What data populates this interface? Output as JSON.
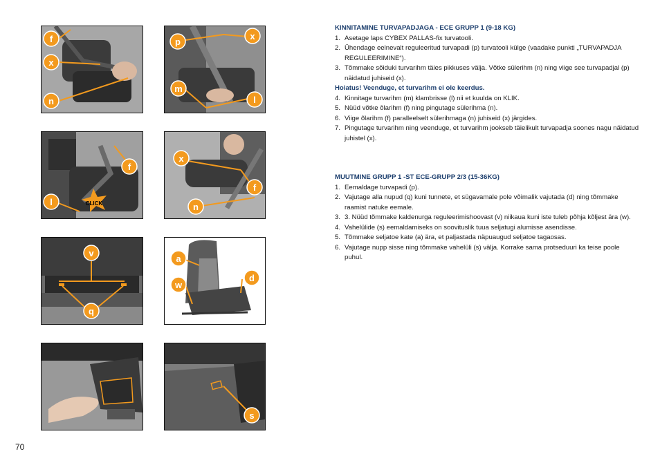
{
  "page_number": "70",
  "section1": {
    "heading": "KINNITAMINE TURVAPADJAGA - ECE GRUPP 1 (9-18 KG)",
    "items_a": [
      {
        "num": "1.",
        "text": "Asetage laps CYBEX PALLAS-fix turvatooli."
      },
      {
        "num": "2.",
        "text": "Ühendage eelnevalt reguleeritud turvapadi (p) turvatooli külge (vaadake punkti „TURVAPADJA REGULEERIMINE“)."
      },
      {
        "num": "3.",
        "text": "Tõmmake sõiduki turvarihm täies pikkuses välja. Võtke sülerihm (n) ning viige see turvapadjal (p) näidatud juhiseid (x)."
      }
    ],
    "warning": "Hoiatus! Veenduge, et turvarihm ei ole keerdus.",
    "items_b": [
      {
        "num": "4.",
        "text": "Kinnitage turvarihm (m) klambrisse (l) nii et kuulda on KLIK."
      },
      {
        "num": "5.",
        "text": "Nüüd võtke õlarihm (f) ning pingutage sülerihma (n)."
      },
      {
        "num": "6.",
        "text": "Viige õlarihm (f) paralleelselt sülerihmaga (n) juhiseid (x) järgides."
      },
      {
        "num": "7.",
        "text": "Pingutage turvarihm ning veenduge, et turvarihm jookseb täielikult turvapadja soones nagu näidatud juhistel (x)."
      }
    ]
  },
  "section2": {
    "heading": "MUUTMINE GRUPP 1 -ST ECE-GRUPP 2/3 (15-36KG)",
    "items": [
      {
        "num": "1.",
        "text": "Eemaldage turvapadi (p)."
      },
      {
        "num": "2.",
        "text": "Vajutage alla nupud (q) kuni tunnete, et sügavamale pole võimalik vajutada (d) ning tõmmake raamist natuke eemale."
      },
      {
        "num": "3.",
        "text": "3. Nüüd tõmmake kaldenurga reguleerimishoovast (v) niikaua kuni iste tuleb põhja kõljest ära (w)."
      },
      {
        "num": "4.",
        "text": "Vahelülide (s) eemaldamiseks on soovituslik tuua seljatugi alumisse asendisse."
      },
      {
        "num": "5.",
        "text": "Tõmmake seljatoe kate (a) ära, et paljastada näpuaugud seljatoe tagaosas."
      },
      {
        "num": "6.",
        "text": "Vajutage nupp sisse ning tõmmake vahelüli (s) välja. Korrake sama protseduuri ka teise poole puhul."
      }
    ]
  },
  "figures": {
    "fig1": {
      "labels": [
        "f",
        "x",
        "n"
      ]
    },
    "fig2": {
      "labels": [
        "p",
        "x",
        "m",
        "l"
      ]
    },
    "fig3": {
      "labels": [
        "f",
        "l"
      ],
      "click_text": "CLICK"
    },
    "fig4": {
      "labels": [
        "x",
        "f",
        "n"
      ]
    },
    "fig5": {
      "labels": [
        "v",
        "q"
      ]
    },
    "fig6": {
      "labels": [
        "a",
        "w",
        "d"
      ]
    },
    "fig7": {
      "labels": []
    },
    "fig8": {
      "labels": [
        "s"
      ]
    }
  },
  "colors": {
    "accent_orange": "#f39a1e",
    "heading_blue": "#1d3f6e",
    "photo_dark": "#2d2d2d",
    "photo_mid": "#7a7a7a"
  }
}
